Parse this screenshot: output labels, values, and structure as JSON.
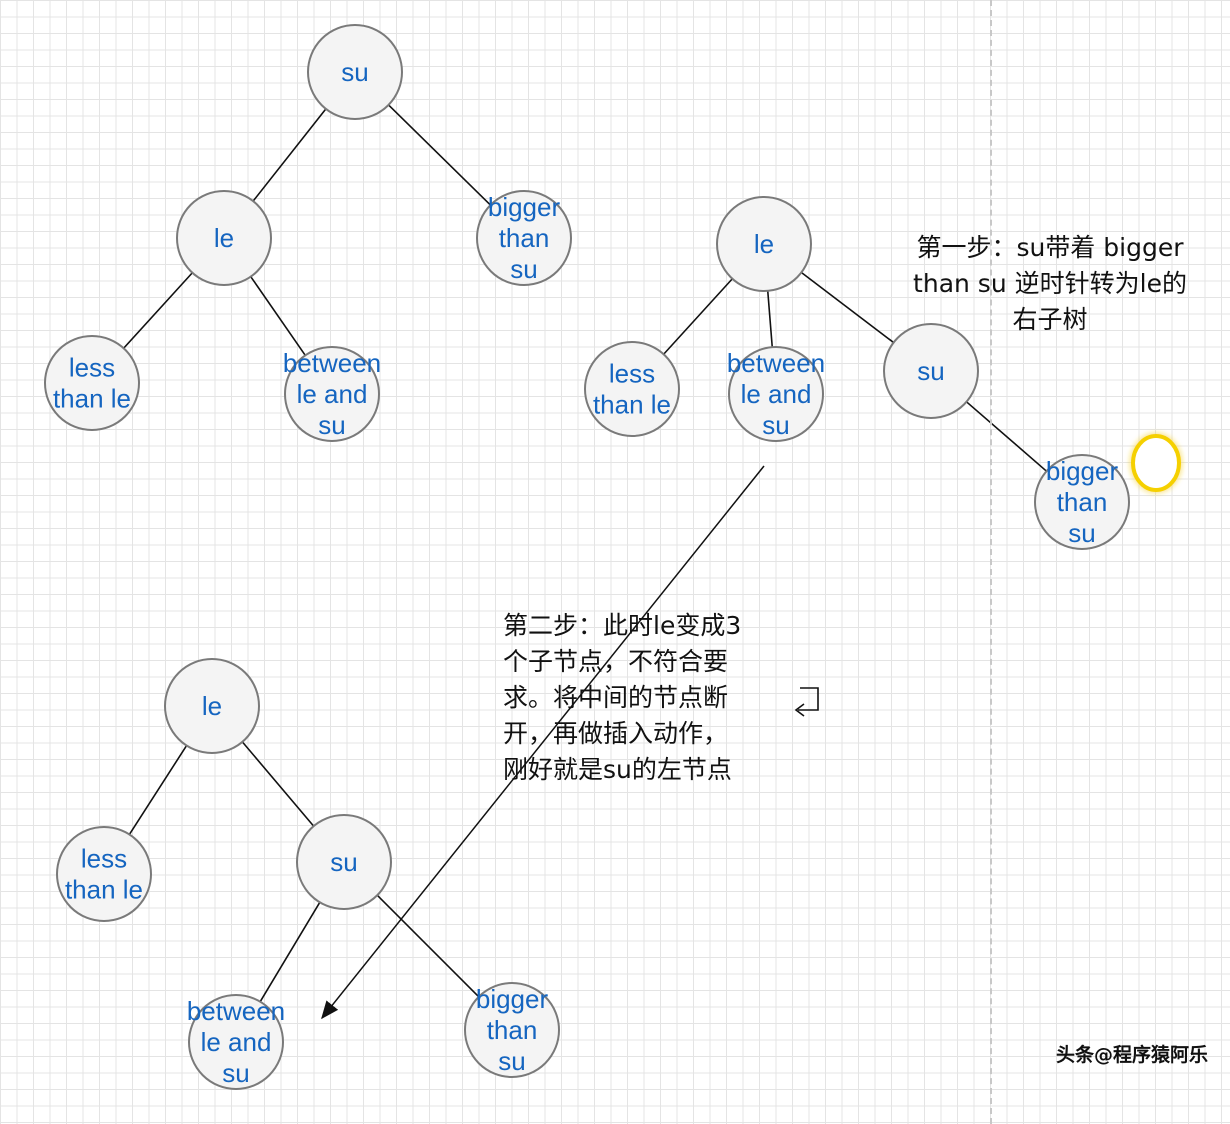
{
  "diagram": {
    "trees": [
      {
        "id": "tree1",
        "nodes": [
          {
            "id": "su",
            "lines": [
              "su"
            ]
          },
          {
            "id": "le",
            "lines": [
              "le"
            ]
          },
          {
            "id": "bigger",
            "lines": [
              "bigger",
              "than",
              "su"
            ]
          },
          {
            "id": "less",
            "lines": [
              "less",
              "than le"
            ]
          },
          {
            "id": "between",
            "lines": [
              "between",
              "le and",
              "su"
            ]
          }
        ],
        "edges": [
          [
            "su",
            "le"
          ],
          [
            "su",
            "bigger"
          ],
          [
            "le",
            "less"
          ],
          [
            "le",
            "between"
          ]
        ]
      },
      {
        "id": "tree2",
        "nodes": [
          {
            "id": "le",
            "lines": [
              "le"
            ]
          },
          {
            "id": "less",
            "lines": [
              "less",
              "than le"
            ]
          },
          {
            "id": "between",
            "lines": [
              "between",
              "le and",
              "su"
            ]
          },
          {
            "id": "su",
            "lines": [
              "su"
            ]
          },
          {
            "id": "bigger",
            "lines": [
              "bigger",
              "than",
              "su"
            ]
          }
        ],
        "edges": [
          [
            "le",
            "less"
          ],
          [
            "le",
            "between"
          ],
          [
            "le",
            "su"
          ],
          [
            "su",
            "bigger"
          ]
        ]
      },
      {
        "id": "tree3",
        "nodes": [
          {
            "id": "le",
            "lines": [
              "le"
            ]
          },
          {
            "id": "less",
            "lines": [
              "less",
              "than le"
            ]
          },
          {
            "id": "su",
            "lines": [
              "su"
            ]
          },
          {
            "id": "between",
            "lines": [
              "between",
              "le and",
              "su"
            ]
          },
          {
            "id": "bigger",
            "lines": [
              "bigger",
              "than",
              "su"
            ]
          }
        ],
        "edges": [
          [
            "le",
            "less"
          ],
          [
            "le",
            "su"
          ],
          [
            "su",
            "between"
          ],
          [
            "su",
            "bigger"
          ]
        ]
      }
    ],
    "notes": {
      "step1": [
        "第一步：su带着 bigger",
        "than su 逆时针转为le的",
        "右子树"
      ],
      "step2": [
        "第二步：此时le变成3",
        "个子节点，不符合要",
        "求。将中间的节点断",
        "开，再做插入动作，",
        "刚好就是su的左节点"
      ]
    },
    "watermark": "头条@程序猿阿乐",
    "colors": {
      "node_fill": "#f4f4f4",
      "node_stroke": "#7a7a7a",
      "node_text": "#1565c0",
      "edge": "#111111",
      "highlight": "#f5d000"
    }
  }
}
